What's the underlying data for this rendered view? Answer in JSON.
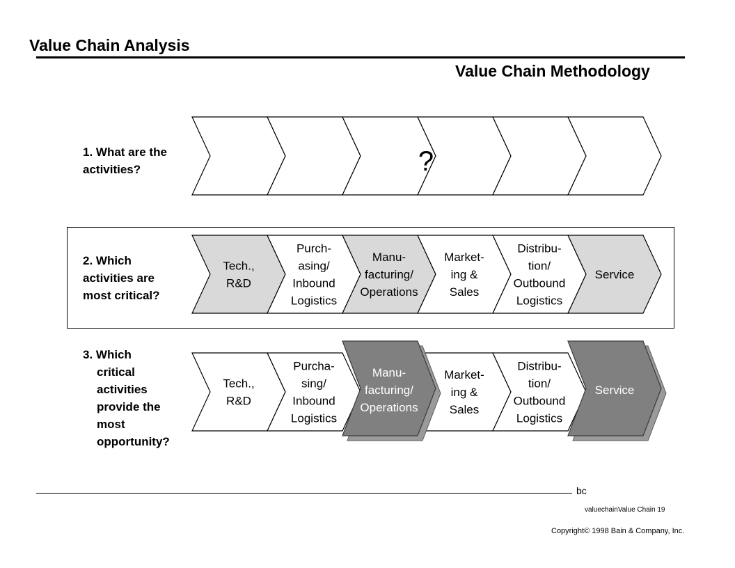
{
  "header": {
    "title": "Value Chain Analysis",
    "subtitle": "Value Chain Methodology"
  },
  "questions": {
    "q1": {
      "line1": "1. What are the",
      "line2": "activities?"
    },
    "q2": {
      "line1": "2. Which",
      "line2": "activities are",
      "line3": "most critical?"
    },
    "q3": {
      "line1": "3.  Which",
      "line2": "critical",
      "line3": "activities",
      "line4": "provide the",
      "line5": "most",
      "line6": "opportunity?"
    }
  },
  "row1": {
    "mark": "?"
  },
  "row2": {
    "activities": [
      {
        "lines": [
          "Tech.,",
          "R&D"
        ],
        "fill": "#d9d9d9"
      },
      {
        "lines": [
          "Purch-",
          "asing/",
          "Inbound",
          "Logistics"
        ],
        "fill": "#ffffff"
      },
      {
        "lines": [
          "Manu-",
          "facturing/",
          "Operations"
        ],
        "fill": "#d9d9d9"
      },
      {
        "lines": [
          "Market-",
          "ing &",
          "Sales"
        ],
        "fill": "#ffffff"
      },
      {
        "lines": [
          "Distribu-",
          "tion/",
          "Outbound",
          "Logistics"
        ],
        "fill": "#ffffff"
      },
      {
        "lines": [
          "Service"
        ],
        "fill": "#d9d9d9"
      }
    ]
  },
  "row3": {
    "activities": [
      {
        "lines": [
          "Tech.,",
          "R&D"
        ],
        "highlight": false
      },
      {
        "lines": [
          "Purcha-",
          "sing/",
          "Inbound",
          "Logistics"
        ],
        "highlight": false
      },
      {
        "lines": [
          "Manu-",
          "facturing/",
          "Operations"
        ],
        "highlight": true
      },
      {
        "lines": [
          "Market-",
          "ing &",
          "Sales"
        ],
        "highlight": false
      },
      {
        "lines": [
          "Distribu-",
          "tion/",
          "Outbound",
          "Logistics"
        ],
        "highlight": false
      },
      {
        "lines": [
          "Service"
        ],
        "highlight": true
      }
    ]
  },
  "colors": {
    "highlight_fill": "#808080",
    "light_fill": "#d9d9d9",
    "stroke": "#000000"
  },
  "footer": {
    "logo": "bc",
    "page_ref": "valuechainValue Chain   19",
    "copyright": "Copyright© 1998 Bain & Company, Inc."
  }
}
